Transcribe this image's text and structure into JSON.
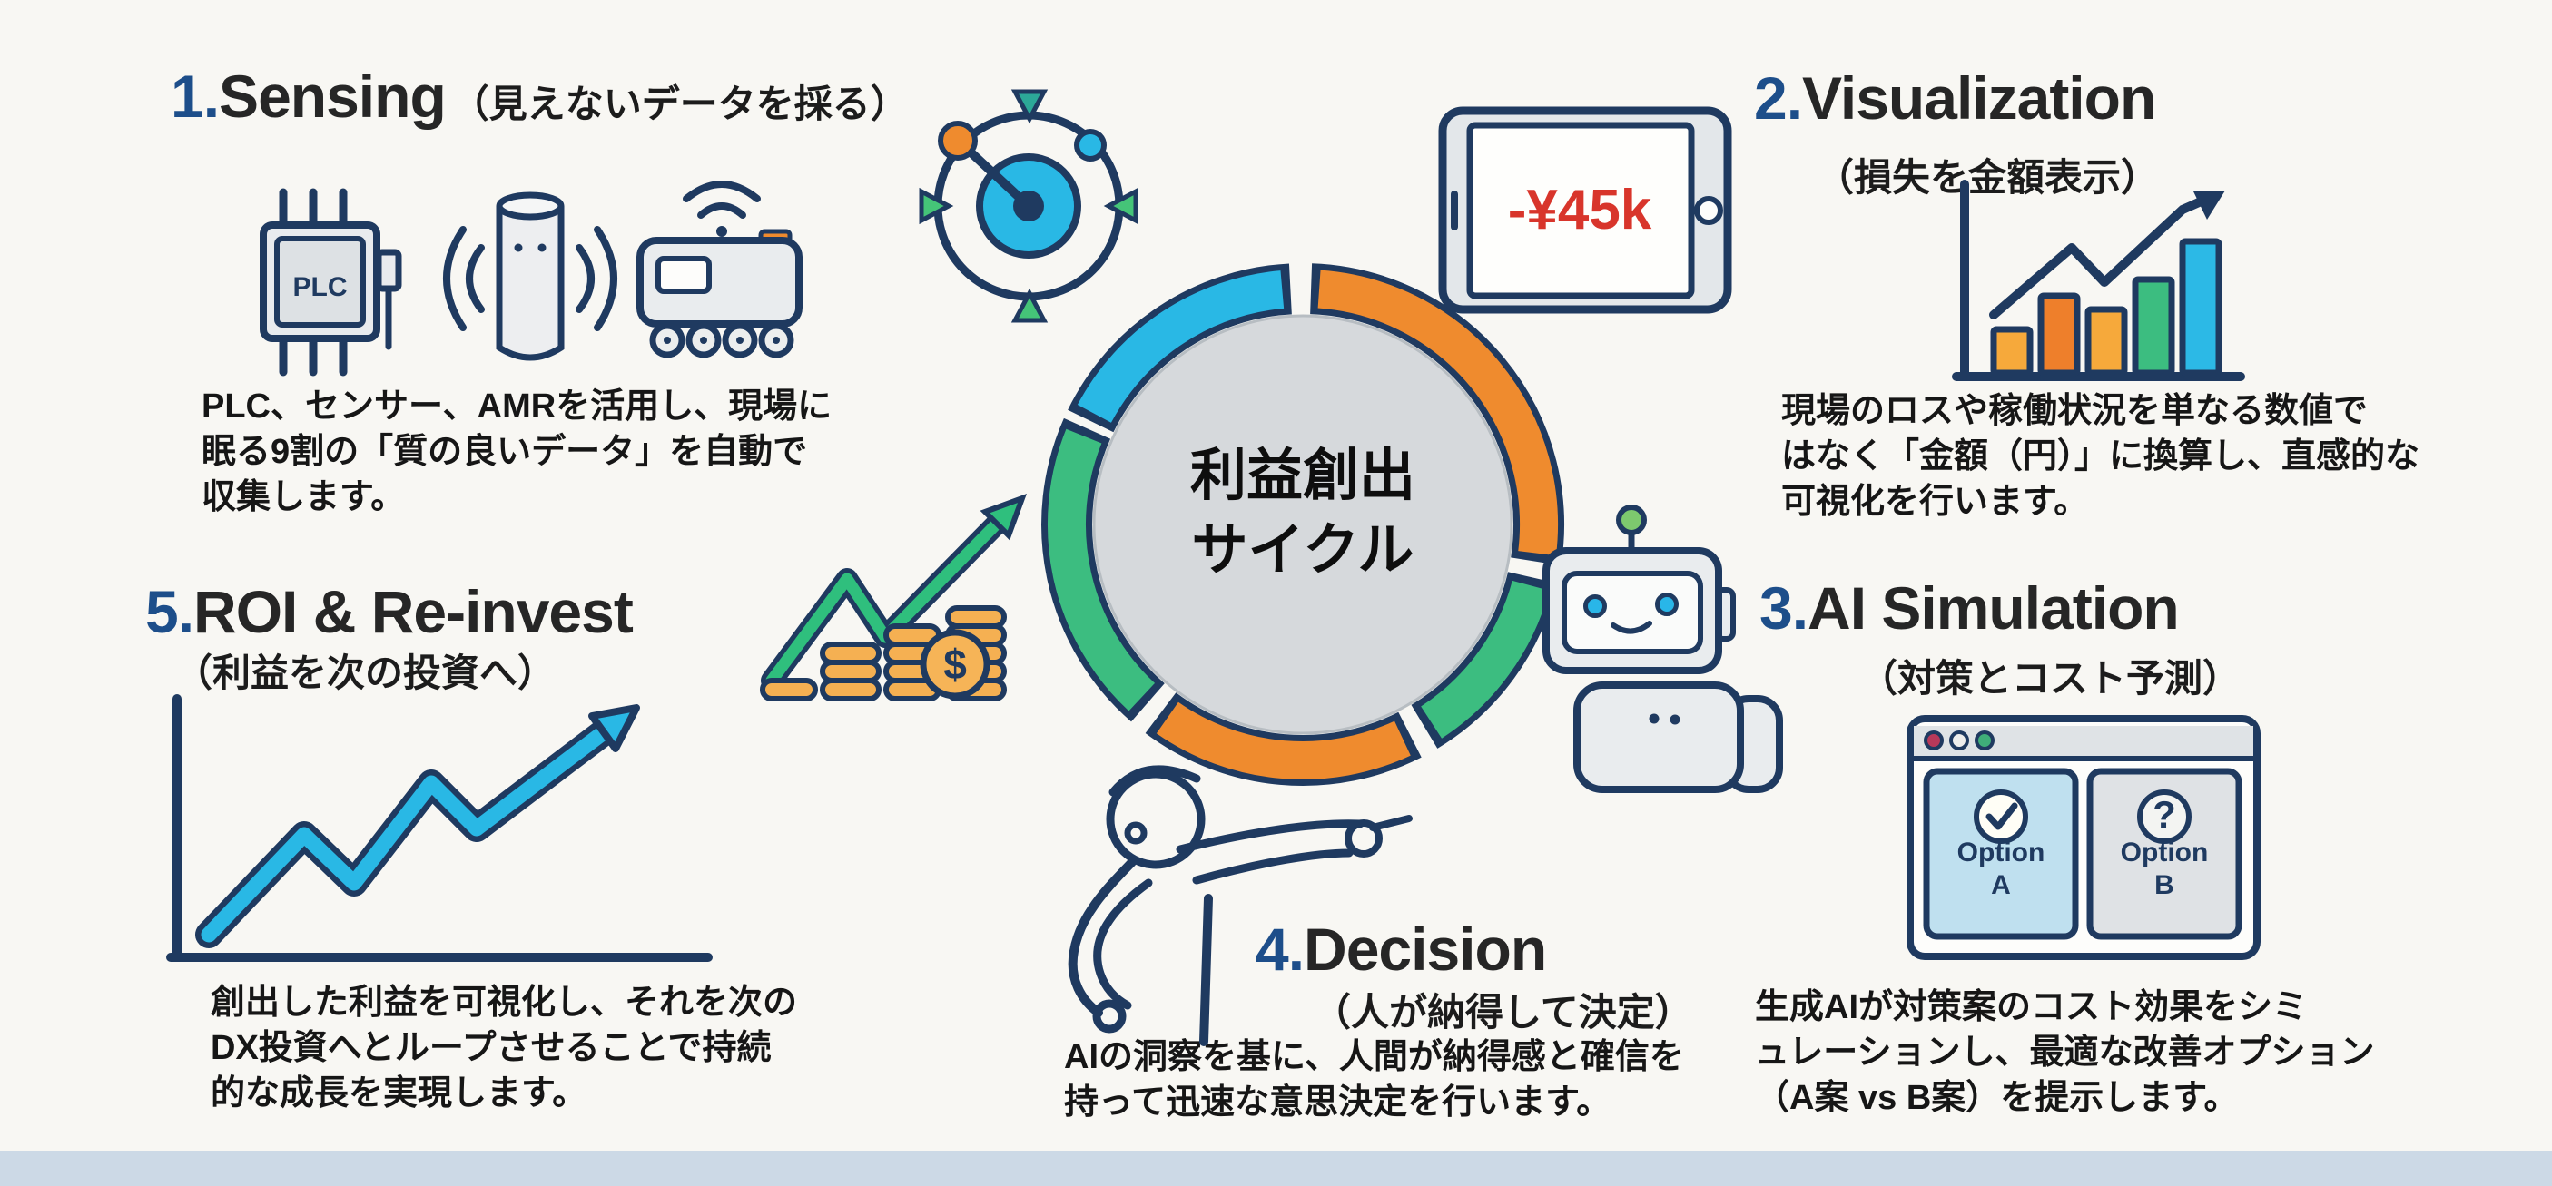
{
  "palette": {
    "navy": "#1f3a60",
    "number_blue": "#1d4e8a",
    "cyan": "#29b8e5",
    "orange": "#ef8b2e",
    "light_orange": "#f6a93b",
    "green": "#3cbd80",
    "red": "#d8352b",
    "inner_gray": "#d6d9dc",
    "card_blue": "#bfe0ef",
    "background": "#f8f7f3",
    "footer_band": "#ccd9e6"
  },
  "center": {
    "title": "利益創出\nサイクル"
  },
  "sections": {
    "sensing": {
      "number": "1.",
      "title": "Sensing",
      "subtitle": "（見えないデータを採る）",
      "description": "PLC、センサー、AMRを活用し、現場に\n眠る9割の「質の良いデータ」を自動で\n収集します。"
    },
    "visualization": {
      "number": "2.",
      "title": "Visualization",
      "subtitle": "（損失を金額表示）",
      "description": "現場のロスや稼働状況を単なる数値で\nはなく「金額（円）」に換算し、直感的な\n可視化を行います。"
    },
    "ai_simulation": {
      "number": "3.",
      "title": "AI Simulation",
      "subtitle": "（対策とコスト予測）",
      "description": "生成AIが対策案のコスト効果をシミ\nュレーションし、最適な改善オプション\n（A案 vs B案）を提示します。"
    },
    "decision": {
      "number": "4.",
      "title": "Decision",
      "subtitle": "（人が納得して決定）",
      "description": "AIの洞察を基に、人間が納得感と確信を\n持って迅速な意思決定を行います。"
    },
    "roi": {
      "number": "5.",
      "title": "ROI & Re-invest",
      "subtitle": "（利益を次の投資へ）",
      "description": "創出した利益を可視化し、それを次の\nDX投資へとループさせることで持続\n的な成長を実現します。"
    }
  },
  "icons": {
    "plc_label": "PLC",
    "tablet_value": "-¥45k",
    "coin_symbol": "$",
    "option_a_label": "Option\nA",
    "option_b_label": "Option\nB",
    "option_b_mark": "?"
  }
}
